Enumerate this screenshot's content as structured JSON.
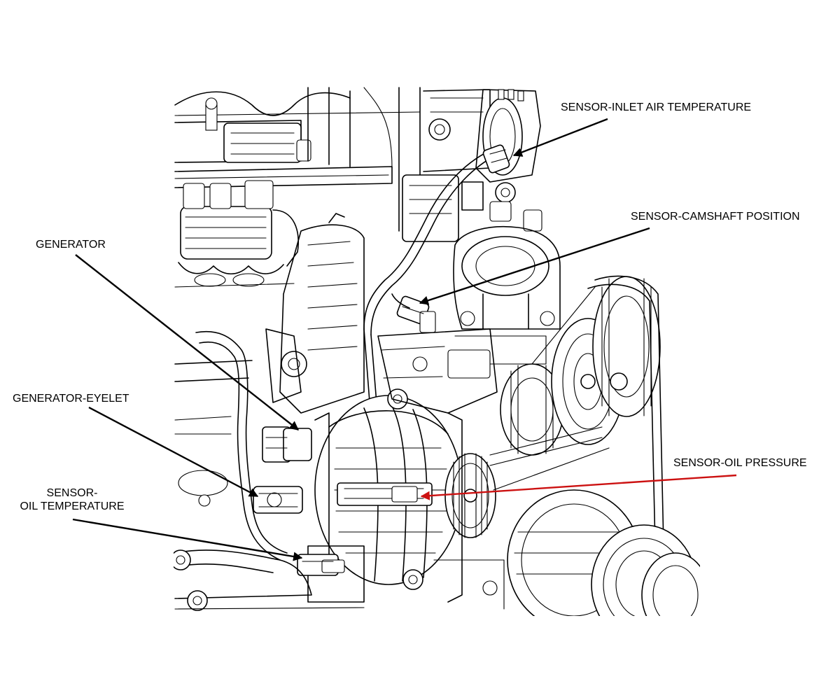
{
  "labels": {
    "inlet_air_temp": "SENSOR-INLET AIR TEMPERATURE",
    "camshaft_position": "SENSOR-CAMSHAFT POSITION",
    "generator": "GENERATOR",
    "generator_eyelet": "GENERATOR-EYELET",
    "oil_pressure": "SENSOR-OIL PRESSURE",
    "oil_temperature_line1": "SENSOR-",
    "oil_temperature_line2": "OIL TEMPERATURE"
  },
  "colors": {
    "line": "#000000",
    "highlight_leader": "#cc1111",
    "background": "#ffffff"
  }
}
